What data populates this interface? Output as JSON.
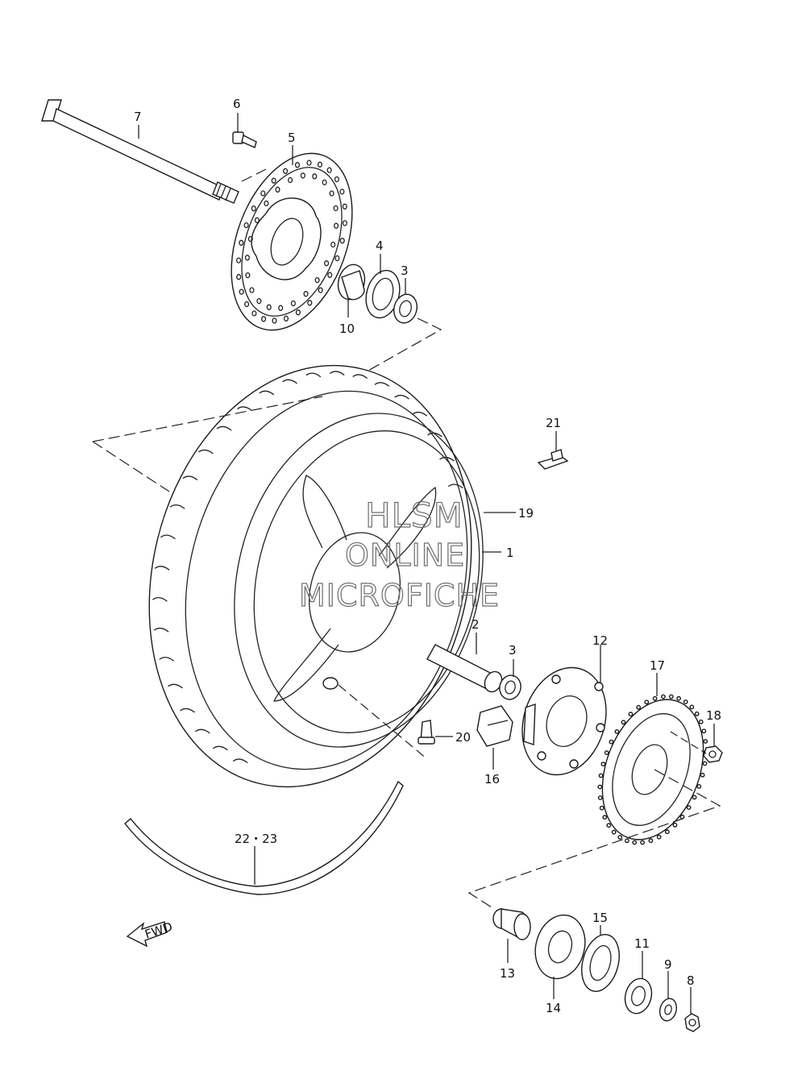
{
  "watermark": {
    "line1": "HLSM",
    "line2": "ONLINE",
    "line3": "MICROFICHE"
  },
  "fwd_label": "FWD",
  "callouts": {
    "p1": "1",
    "p2": "2",
    "p3a": "3",
    "p3b": "3",
    "p4": "4",
    "p5": "5",
    "p6": "6",
    "p7": "7",
    "p8": "8",
    "p9": "9",
    "p10": "10",
    "p11": "11",
    "p12": "12",
    "p13": "13",
    "p14": "14",
    "p15": "15",
    "p16": "16",
    "p17": "17",
    "p18": "18",
    "p19": "19",
    "p20": "20",
    "p21": "21",
    "p2223": "22・23"
  }
}
